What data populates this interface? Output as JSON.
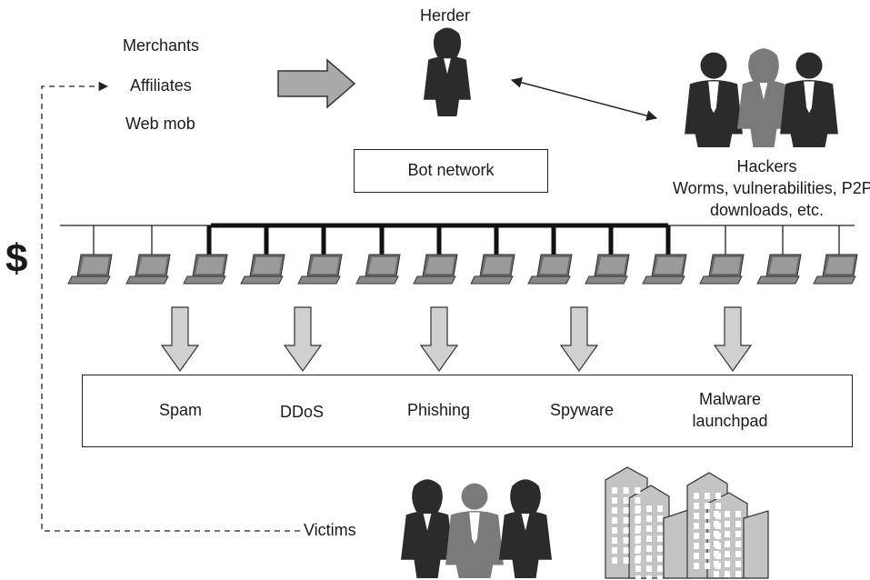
{
  "herder": {
    "label": "Herder"
  },
  "buyers": {
    "items": [
      "Merchants",
      "Affiliates",
      "Web mob"
    ]
  },
  "bot_network": {
    "label": "Bot network"
  },
  "hackers": {
    "title": "Hackers",
    "detail_lines": [
      "Worms, vulnerabilities, P2P,",
      "downloads, etc."
    ]
  },
  "money_symbol": "$",
  "attacks": [
    "Spam",
    "DDoS",
    "Phishing",
    "Spyware",
    "Malware",
    "launchpad"
  ],
  "victims": {
    "label": "Victims"
  },
  "colors": {
    "dark_figure": "#2b2b2b",
    "mid_figure": "#7a7a7a",
    "arrow_fill": "#b8b8b8",
    "line": "#222222"
  }
}
